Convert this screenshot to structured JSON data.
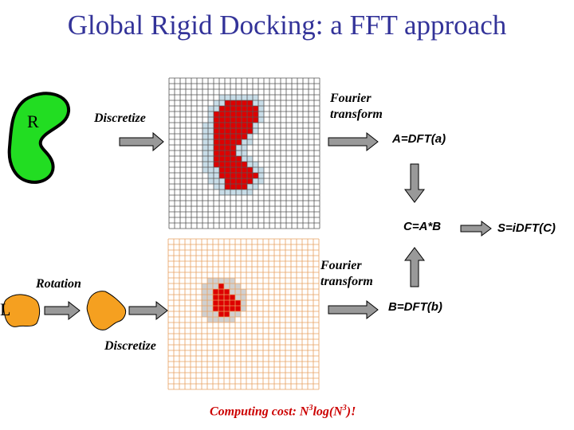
{
  "title": "Global Rigid Docking: a FFT approach",
  "receptor": {
    "label": "R",
    "color": "#22dd22"
  },
  "ligand": {
    "label": "L",
    "color": "#f5a020"
  },
  "steps": {
    "discretize_top": "Discretize",
    "discretize_bottom": "Discretize",
    "rotation": "Rotation",
    "fourier_top": [
      "Fourier",
      "transform"
    ],
    "fourier_bottom": [
      "Fourier",
      "transform"
    ]
  },
  "equations": {
    "a": "A=DFT(a)",
    "b": "B=DFT(b)",
    "c": "C=A*B",
    "s": "S=iDFT(C)"
  },
  "cost": {
    "prefix": "Computing cost: N",
    "sup1": "3",
    "mid": "log(N",
    "sup2": "3",
    "suffix": ")!"
  },
  "colors": {
    "title": "#333399",
    "grid_top_line": "#555555",
    "grid_bottom_line": "#e8a060",
    "fill_red": "#dd0000",
    "halo_blue": "#c8dde8",
    "halo_gray": "#d0d0d0",
    "arrow_fill": "#999999",
    "cost_text": "#cc0000"
  }
}
